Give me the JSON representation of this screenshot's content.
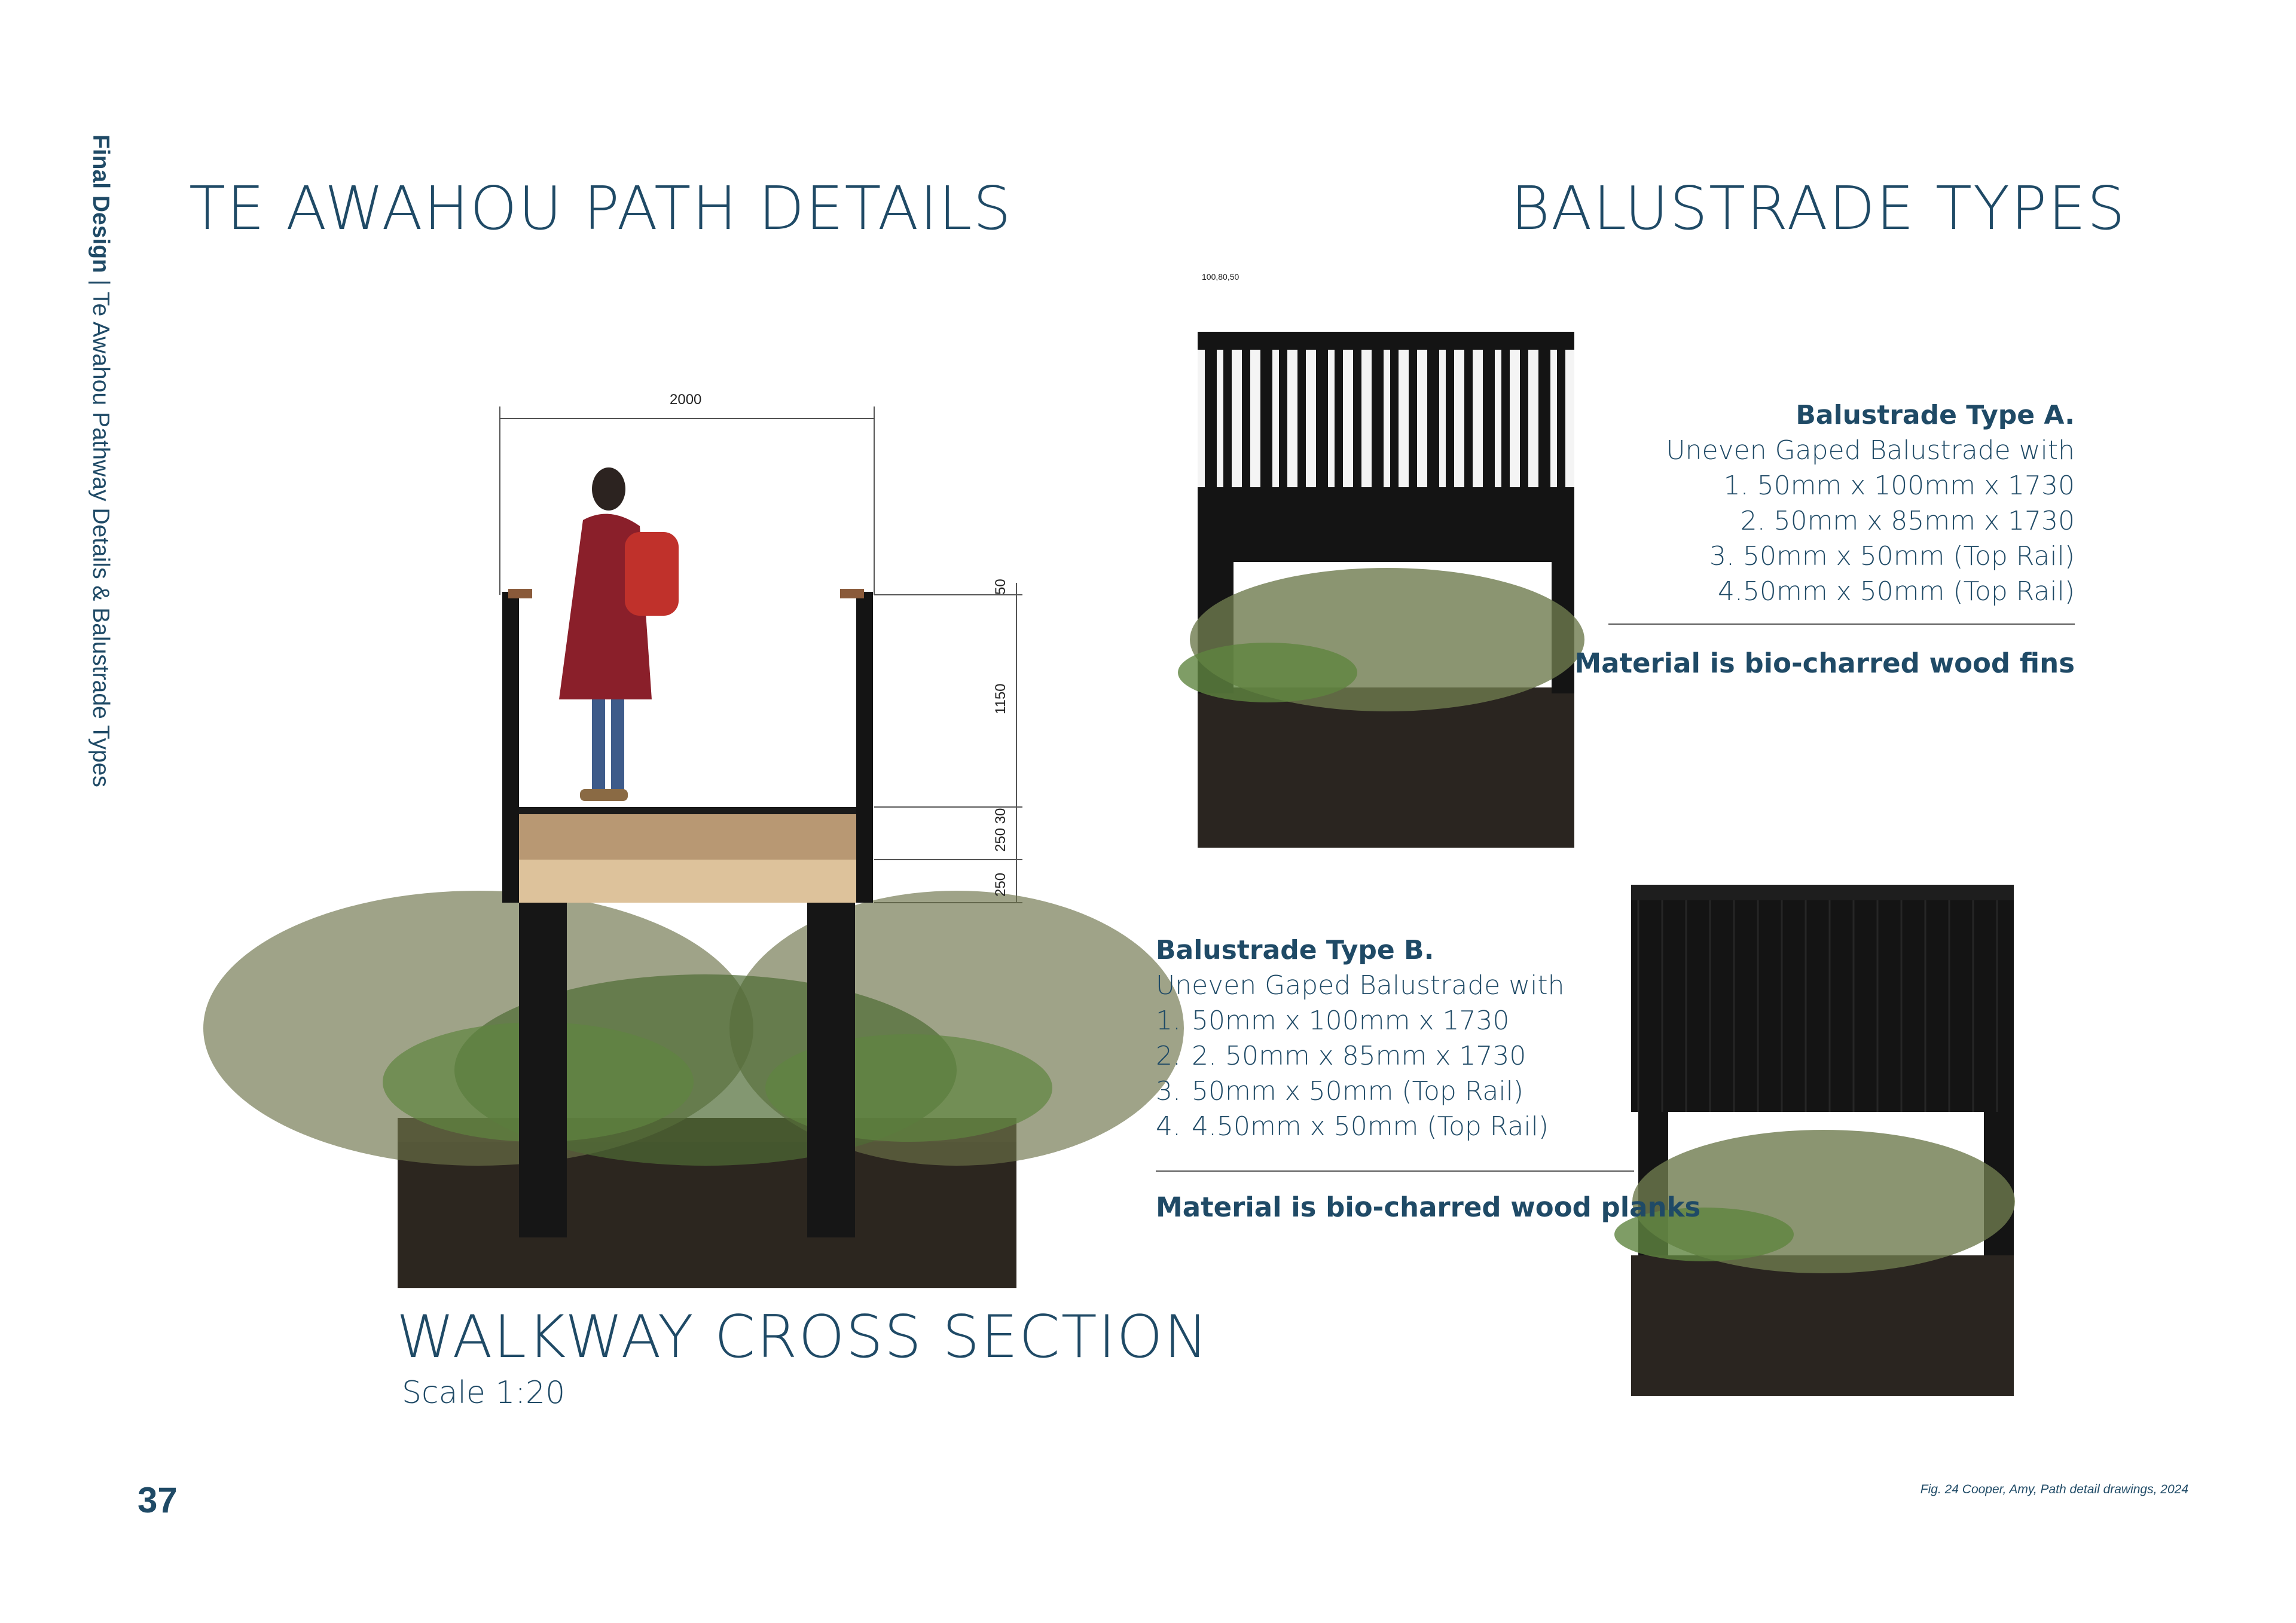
{
  "sidebar": {
    "section": "Final Design",
    "separator": "|",
    "subtitle": "Te Awahou Pathway Details & Balustrade Types"
  },
  "titles": {
    "path_details": "TE AWAHOU PATH DETAILS",
    "balustrade_types": "BALUSTRADE TYPES",
    "cross_section": "WALKWAY CROSS SECTION",
    "scale": "Scale 1:20"
  },
  "dimensions": {
    "width": "2000",
    "d50": "50",
    "d1150": "1150",
    "d250_30": "250 30",
    "d250": "250",
    "top_a": "100,80,50"
  },
  "balustrade_a": {
    "heading": "Balustrade Type A.",
    "intro": "Uneven Gaped Balustrade with",
    "items": [
      "1. 50mm x 100mm x 1730",
      "2. 50mm x 85mm x 1730",
      "3. 50mm x 50mm (Top Rail)",
      "4.50mm x 50mm (Top Rail)"
    ],
    "material": "Material is bio-charred wood fins"
  },
  "balustrade_b": {
    "heading": "Balustrade Type B.",
    "intro": "Uneven Gaped Balustrade with",
    "items": [
      {
        "num": "1.",
        "text": "50mm x 100mm x 1730"
      },
      {
        "num": "2.",
        "text": "2. 50mm x 85mm x 1730"
      },
      {
        "num": "3.",
        "text": "50mm x 50mm (Top Rail)"
      },
      {
        "num": "4.",
        "text": "4.50mm x 50mm (Top Rail)"
      }
    ],
    "material": "Material is bio-charred wood planks"
  },
  "page_number": "37",
  "caption": "Fig. 24 Cooper, Amy, Path detail drawings, 2024",
  "colors": {
    "text": "#1f4a66",
    "soil": "#2a2520",
    "charred": "#141414",
    "timber": "#d4b38c",
    "foliage": "#6e7a4e"
  }
}
